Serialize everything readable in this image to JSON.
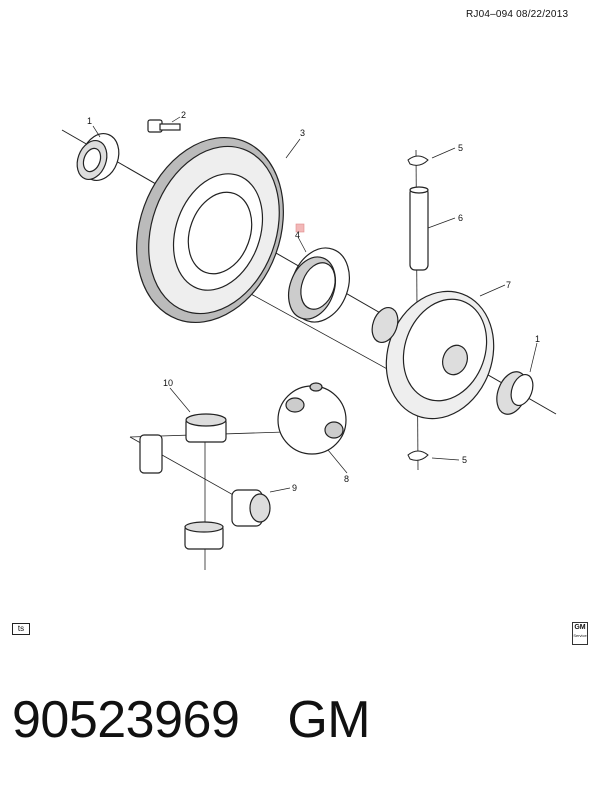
{
  "header": {
    "reference": "RJ04–094  08/22/2013"
  },
  "callouts": [
    {
      "id": "1a",
      "label": "1"
    },
    {
      "id": "2",
      "label": "2"
    },
    {
      "id": "3",
      "label": "3"
    },
    {
      "id": "4",
      "label": "4"
    },
    {
      "id": "5a",
      "label": "5"
    },
    {
      "id": "6",
      "label": "6"
    },
    {
      "id": "7",
      "label": "7"
    },
    {
      "id": "1b",
      "label": "1"
    },
    {
      "id": "10",
      "label": "10"
    },
    {
      "id": "8",
      "label": "8"
    },
    {
      "id": "5b",
      "label": "5"
    },
    {
      "id": "9",
      "label": "9"
    }
  ],
  "footer": {
    "ts_label": "ts",
    "logo_text": "GM",
    "logo_sub": "Service",
    "part_number": "90523969",
    "brand": "GM"
  },
  "colors": {
    "line": "#222222",
    "highlight": "#f2b8b8"
  }
}
